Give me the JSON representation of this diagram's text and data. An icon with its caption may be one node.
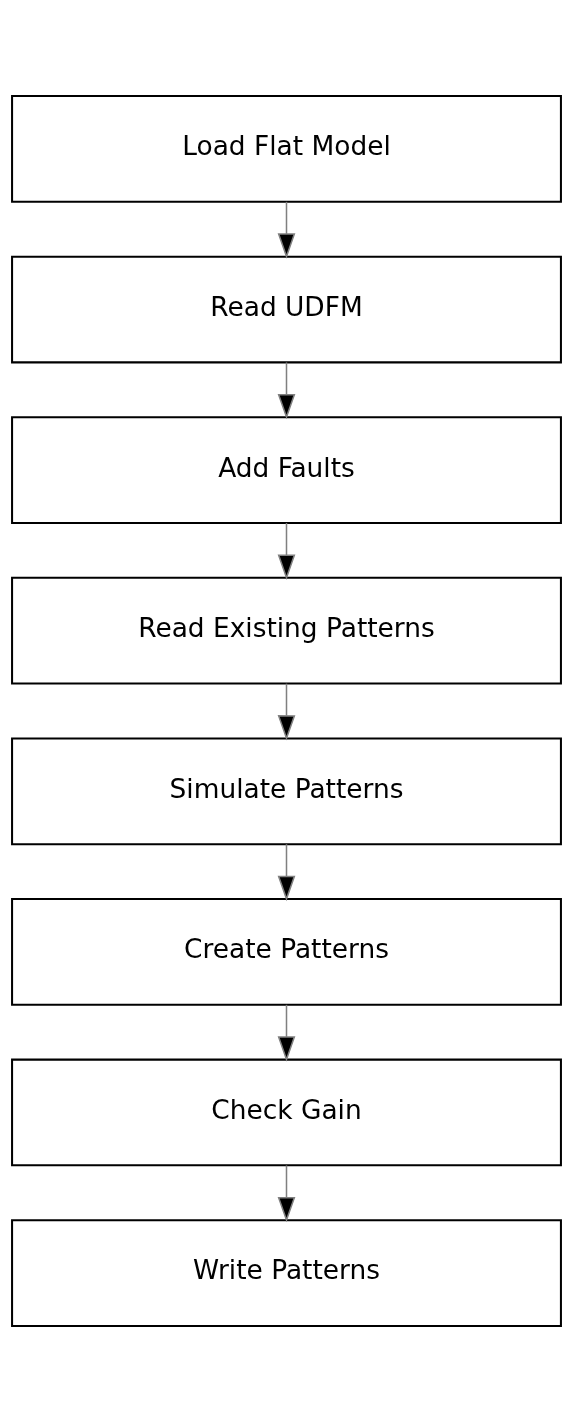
{
  "diagram": {
    "nodes": [
      {
        "text": [
          "Load Flat Model"
        ]
      },
      {
        "text": [
          "Read UDFM"
        ]
      },
      {
        "text": [
          "Add Faults"
        ]
      },
      {
        "text": [
          "Read Existing Patterns"
        ]
      },
      {
        "text": [
          "Simulate Patterns"
        ]
      },
      {
        "text": [
          "Create Patterns"
        ]
      },
      {
        "text": [
          "Check Gain"
        ]
      },
      {
        "text": [
          "Write Patterns"
        ]
      }
    ],
    "edges": [
      {
        "from": 0,
        "to": 1,
        "arrow": "to"
      },
      {
        "from": 1,
        "to": 2,
        "arrow": "to"
      },
      {
        "from": 2,
        "to": 3,
        "arrow": "to"
      },
      {
        "from": 3,
        "to": 4,
        "arrow": "to"
      },
      {
        "from": 4,
        "to": 5,
        "arrow": "to"
      },
      {
        "from": 5,
        "to": 6,
        "arrow": "to"
      },
      {
        "from": 6,
        "to": 7,
        "arrow": "to"
      }
    ]
  }
}
